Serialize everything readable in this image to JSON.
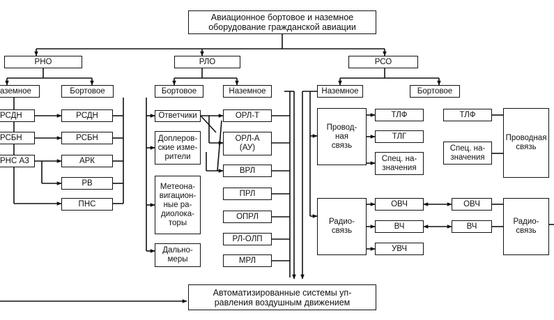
{
  "root": "Авиационное бортовое и наземное\nоборудование гражданской авиации",
  "atc": "Автоматизированные системы уп-\nравления воздушным движением",
  "rno": {
    "title": "РНО",
    "ground_label": "аземное",
    "board_label": "Бортовое",
    "ground_items": [
      "РСДН",
      "РСБН",
      "РНС АЗ"
    ],
    "board_items": [
      "РСДН",
      "РСБН",
      "АРК",
      "РВ",
      "ПНС"
    ]
  },
  "rlo": {
    "title": "РЛО",
    "board_label": "Бортовое",
    "ground_label": "Наземное",
    "board_items": [
      "Ответчики",
      "Доплеров-\nские изме-\nрители",
      "Метеона-\nвигацион-\nные ра-\nдиолока-\nторы",
      "Дально-\nмеры"
    ],
    "ground_items": [
      "ОРЛ-Т",
      "ОРЛ-А\n(АУ)",
      "ВРЛ",
      "ПРЛ",
      "ОПРЛ",
      "РЛ-ОЛП",
      "МРЛ"
    ]
  },
  "rso": {
    "title": "РСО",
    "ground_label": "Наземное",
    "board_label": "Бортовое",
    "ground_wired": "Провод-\nная\nсвязь",
    "ground_wired_items": [
      "ТЛФ",
      "ТЛГ",
      "Спец. на-\nзначения"
    ],
    "board_wired": "Проводная\nсвязь",
    "board_wired_items": [
      "ТЛФ",
      "Спец. на-\nзначения"
    ],
    "ground_radio": "Радио-\nсвязь",
    "ground_radio_items": [
      "ОВЧ",
      "ВЧ",
      "УВЧ"
    ],
    "board_radio": "Радио-\nсвязь",
    "board_radio_items": [
      "ОВЧ",
      "ВЧ"
    ]
  }
}
